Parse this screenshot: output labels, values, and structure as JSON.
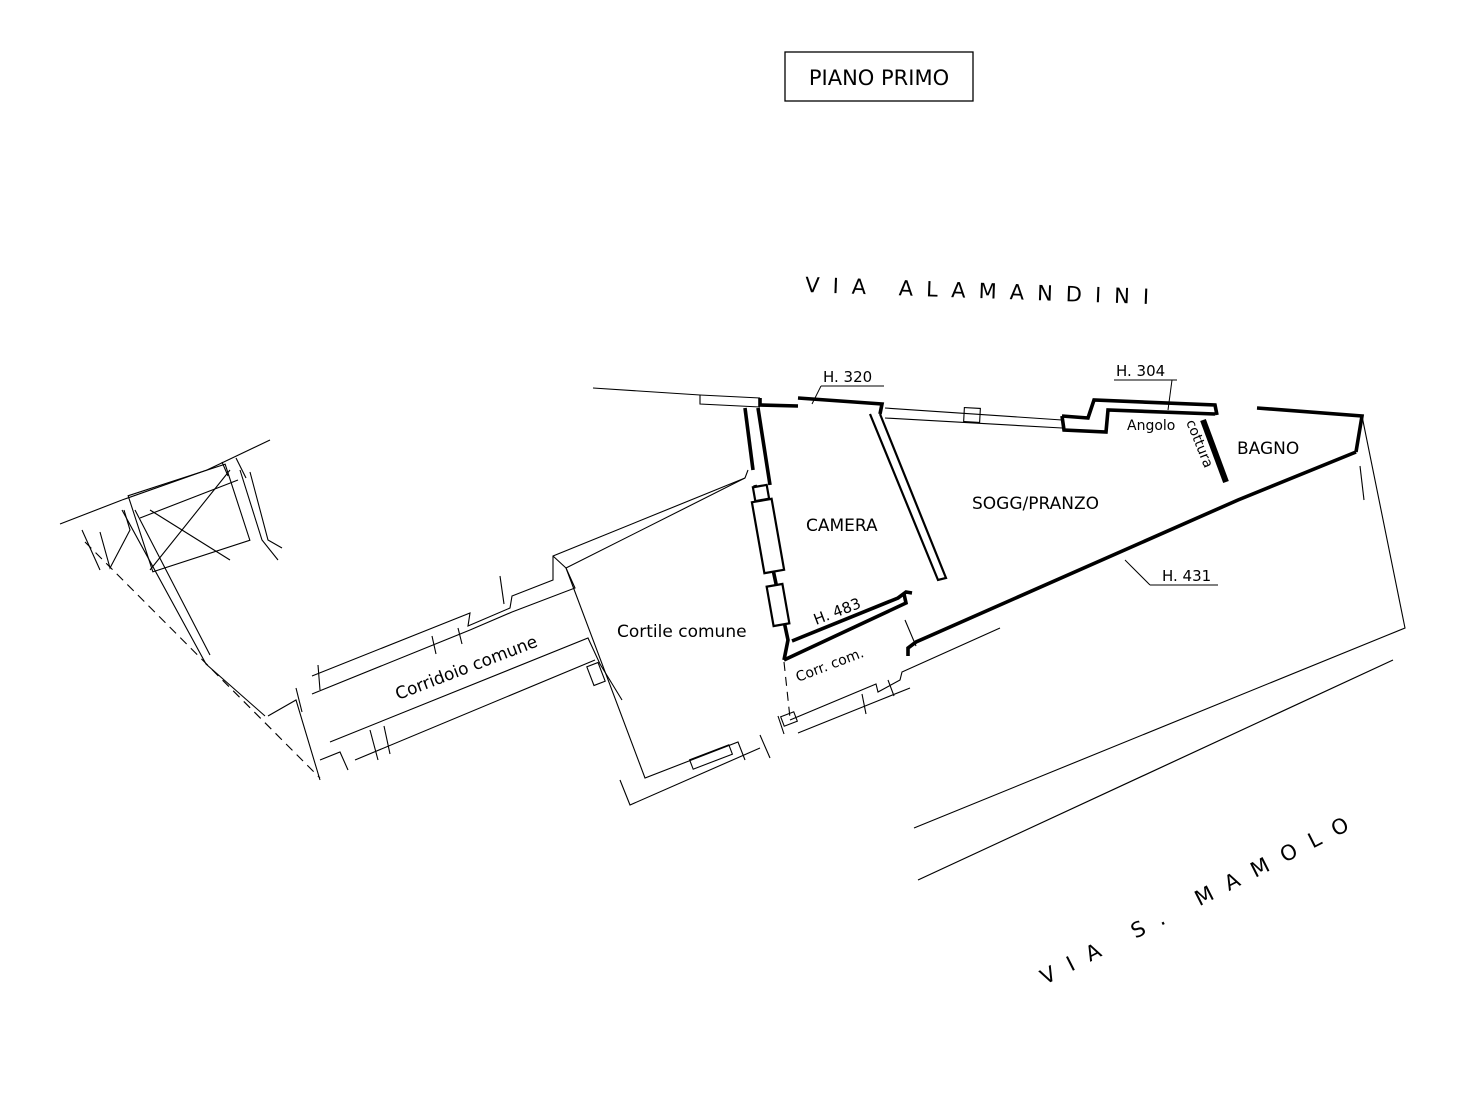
{
  "title": "PIANO PRIMO",
  "streets": {
    "north": "VIA ALAMANDINI",
    "south": "VIA S. MAMOLO"
  },
  "rooms": {
    "camera": "CAMERA",
    "soggiorno": "SOGG/PRANZO",
    "bagno": "BAGNO",
    "angolo_cottura_1": "Angolo",
    "angolo_cottura_2": "cottura",
    "cortile": "Cortile comune",
    "corridoio": "Corridoio comune",
    "corr_com": "Corr. com."
  },
  "heights": {
    "h320": "H. 320",
    "h304": "H. 304",
    "h483": "H. 483",
    "h431": "H. 431"
  }
}
